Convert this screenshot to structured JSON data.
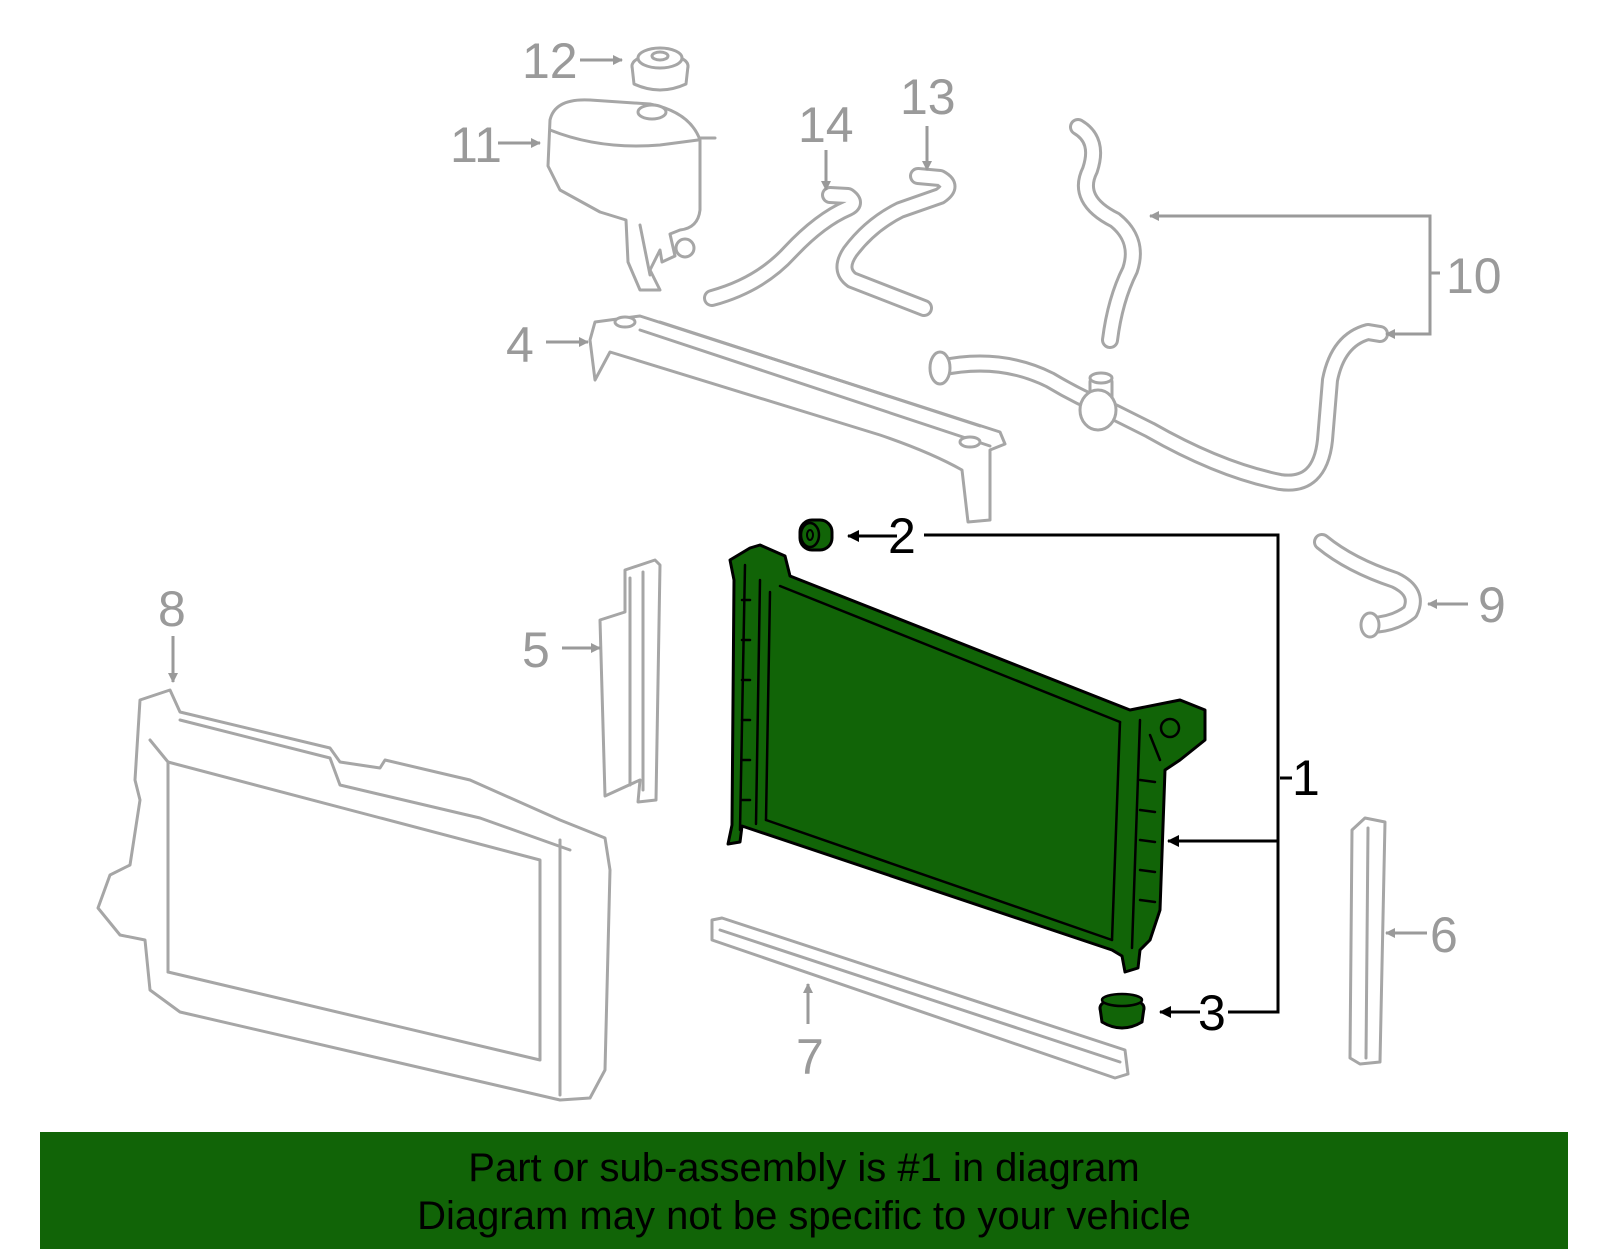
{
  "diagram": {
    "callouts": [
      {
        "number": "1"
      },
      {
        "number": "2"
      },
      {
        "number": "3"
      },
      {
        "number": "4"
      },
      {
        "number": "5"
      },
      {
        "number": "6"
      },
      {
        "number": "7"
      },
      {
        "number": "8"
      },
      {
        "number": "9"
      },
      {
        "number": "10"
      },
      {
        "number": "11"
      },
      {
        "number": "12"
      },
      {
        "number": "13"
      },
      {
        "number": "14"
      }
    ],
    "highlighted_part": "1",
    "colors": {
      "highlight": "#116407",
      "parts": "#a6a6a6",
      "active_callout": "#000000"
    }
  },
  "banner": {
    "line1": "Part or sub-assembly is #1 in diagram",
    "line2": "Diagram may not be specific to your vehicle"
  }
}
